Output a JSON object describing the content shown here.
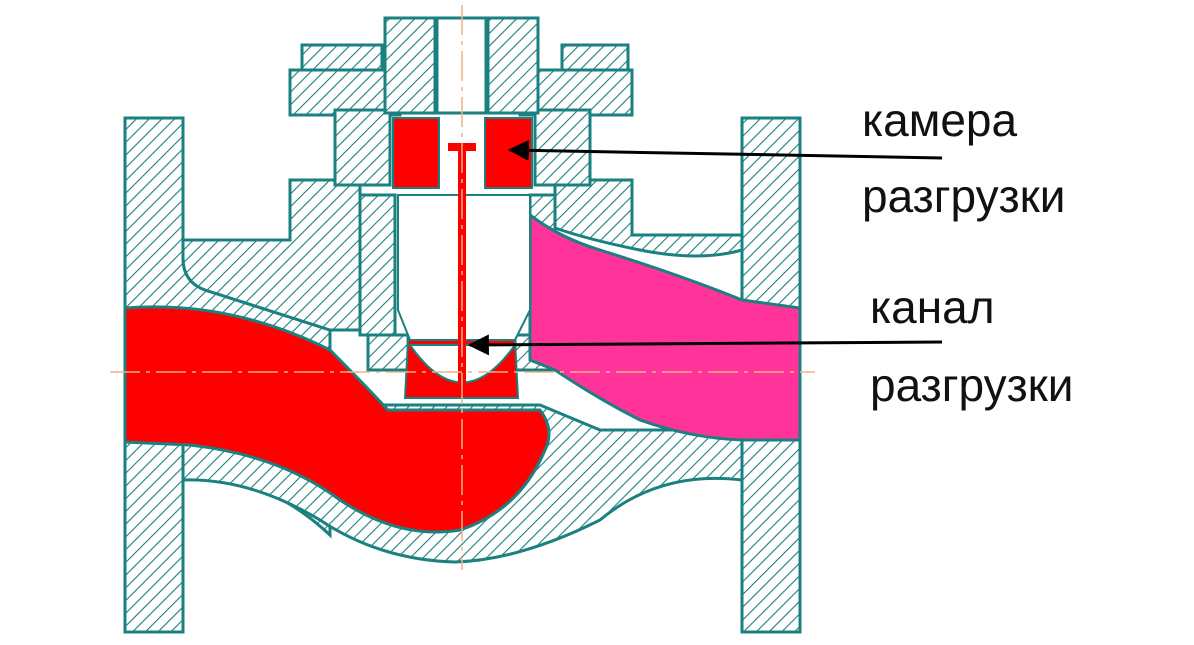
{
  "labels": {
    "chamber_line1": "камера",
    "chamber_line2": "разгрузки",
    "channel_line1": "канал",
    "channel_line2": "разгрузки"
  },
  "colors": {
    "metal_outline": "#1a8080",
    "hatch": "#1a8080",
    "inlet_fluid": "#ff0000",
    "outlet_fluid": "#ff3399",
    "centerline": "#f4b183",
    "arrow": "#000000"
  }
}
